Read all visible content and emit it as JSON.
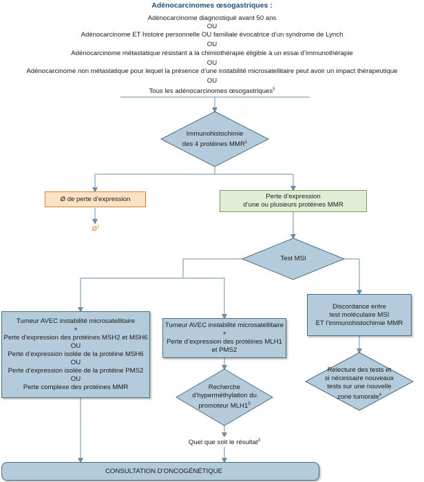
{
  "title": "Adénocarcinomes œsogastriques :",
  "criteria": [
    "Adénocarcinome diagnostiqué avant 50 ans",
    "OU",
    "Adénocarcinome ET histoire personnelle OU familiale évocatrice d’un syndrome de Lynch",
    "OU",
    "Adénocarcinome métastatique résistant à la chimiothérapie éligible à un essai d’immunothérapie",
    "OU",
    "Adénocarcinome non métastatique pour lequel la présence d’une instabilité microsatellitaire peut avoir un impact thérapeutique",
    "OU"
  ],
  "criteria_last": "Tous les adénocarcinomes œsogastriques",
  "criteria_last_sup": "5",
  "ihc": {
    "line1": "Immunohistochimie",
    "line2": "des 4 protéines MMR",
    "sup": "1"
  },
  "no_loss": {
    "label": "Ø de perte d’expression",
    "result": "Ø",
    "result_sup": "2"
  },
  "loss": {
    "line1": "Perte d’expression",
    "line2": "d’une ou plusieurs protéines MMR"
  },
  "msi_test": "Test MSI",
  "left_box": [
    "Tumeur AVEC instabilité microsatellitaire",
    "+",
    "Perte d’expression des protéines MSH2 et MSH6",
    "OU",
    "Perte d’expression isolée de la protéine MSH6",
    "OU",
    "Perte d’expression isolée de la protéine PMS2",
    "OU",
    "Perte complexe des protéines MMR"
  ],
  "mid_box": [
    "Tumeur AVEC instabilité microsatellitaire",
    "+",
    "Perte d’expression des protéines MLH1",
    "et PMS2"
  ],
  "hypermeth": {
    "line1": "Recherche",
    "line2": "d’hyperméthylation du",
    "line3": "promoteur MLH1",
    "sup": "5"
  },
  "whatever": {
    "label": "Quel que soit le résultat",
    "sup": "3"
  },
  "discord": [
    "Discordance entre",
    "test moléculaire MSI",
    "ET l’immunohistochimie MMR"
  ],
  "reread": {
    "line1": "Relecture des tests et",
    "line2": "si nécessaire nouveaux",
    "line3": "tests sur une nouvelle",
    "line4": "zone tumorale",
    "sup": "4"
  },
  "final": "CONSULTATION D’ONCOGÉNÉTIQUE",
  "colors": {
    "box_fill": "#b3cbdb",
    "box_border": "#4a6c82",
    "orange": "#d9822b",
    "green_fill": "#e2edd5",
    "title": "#1f4e79"
  }
}
